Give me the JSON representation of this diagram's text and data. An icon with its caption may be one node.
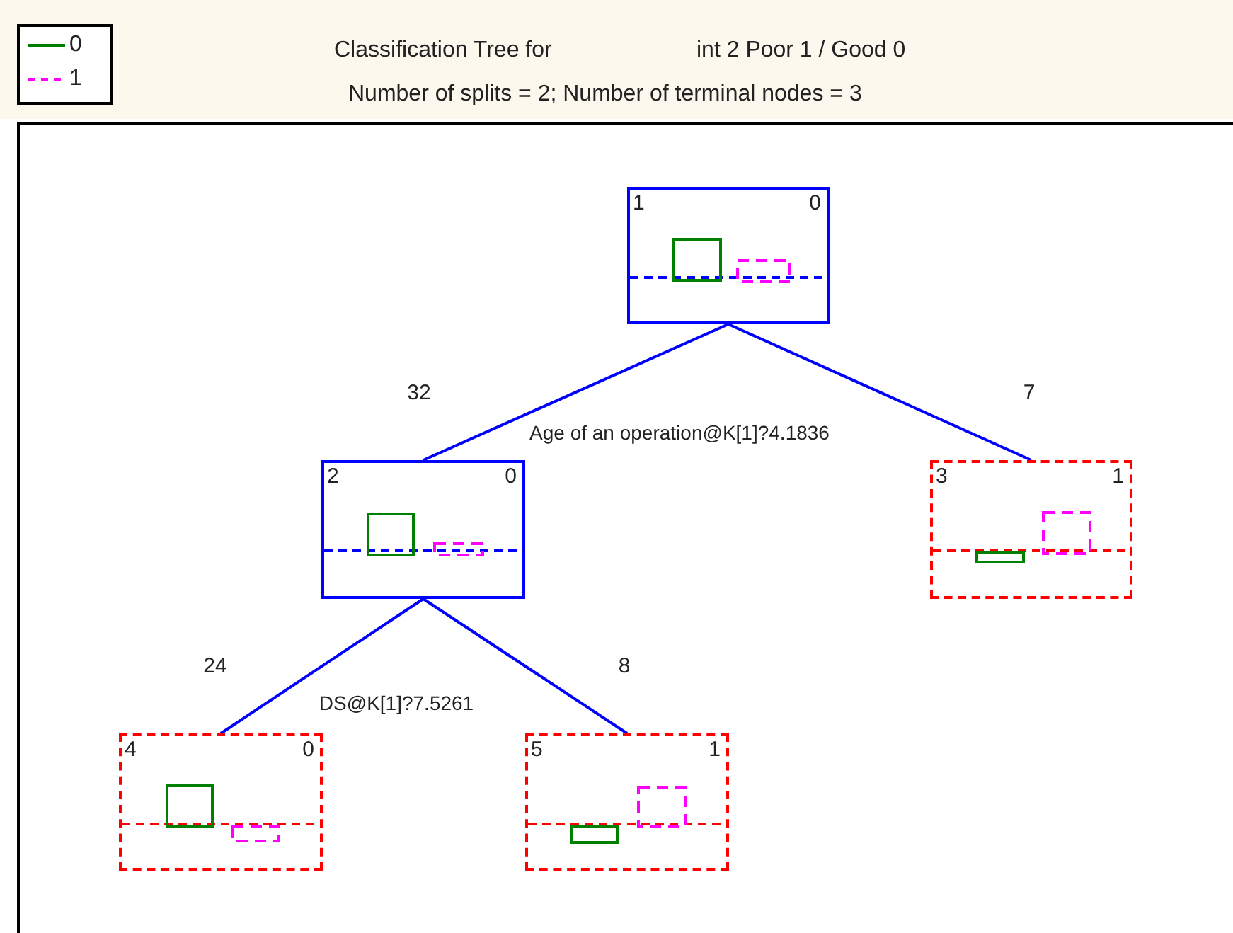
{
  "diagram": {
    "title": "Classification Tree for",
    "nodes": [
      {
        "text": [
          "1",
          "0"
        ]
      },
      {
        "text": [
          "2",
          "0"
        ]
      },
      {
        "text": [
          "3",
          "1"
        ]
      },
      {
        "text": [
          "4",
          "0"
        ]
      },
      {
        "text": [
          "5",
          "1"
        ]
      }
    ],
    "edges": [
      {
        "from": 0,
        "to": 1,
        "arrow": "none",
        "label": "32"
      },
      {
        "from": 0,
        "to": 2,
        "arrow": "none",
        "label": "7"
      },
      {
        "from": 1,
        "to": 3,
        "arrow": "none",
        "label": "24"
      },
      {
        "from": 1,
        "to": 4,
        "arrow": "none",
        "label": "8"
      }
    ],
    "labels": [
      "int 2 Poor 1 / Good 0",
      "Number of splits = 2; Number of terminal nodes = 3",
      "Age of an operation@K[1]?4.1836",
      "DS@K[1]?7.5261"
    ],
    "legend": [
      {
        "text": "0"
      },
      {
        "text": "1"
      }
    ]
  }
}
